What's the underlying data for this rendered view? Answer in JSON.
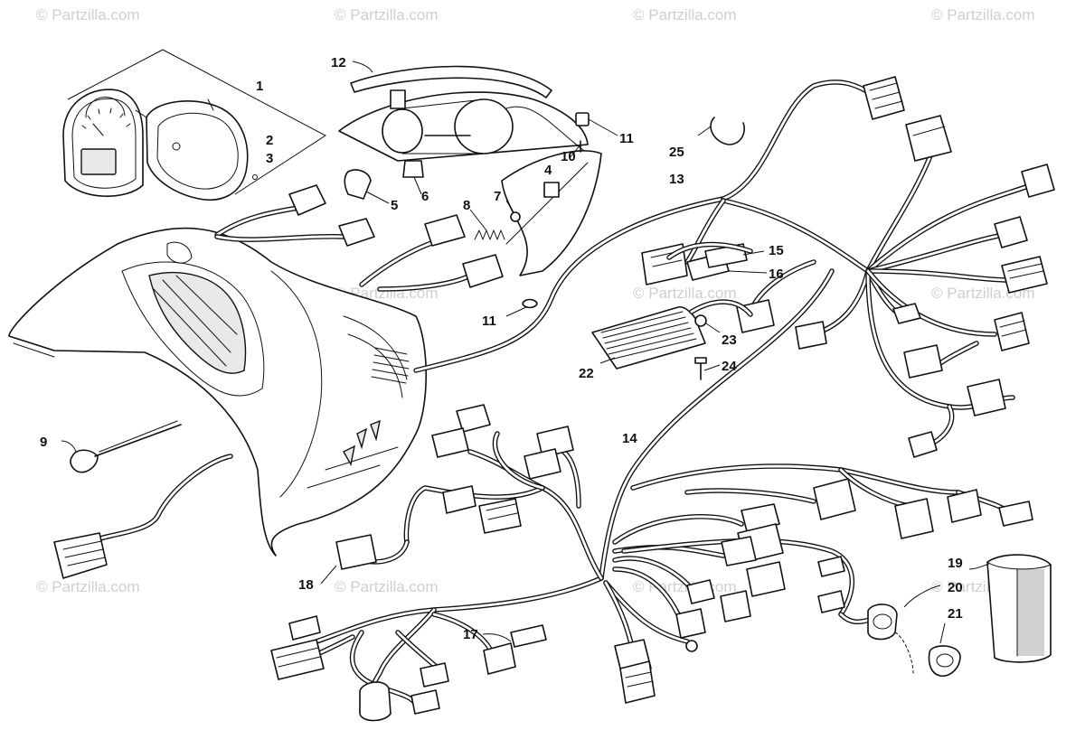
{
  "watermark": {
    "text": "© Partzilla.com"
  },
  "callouts": {
    "c1": "1",
    "c2": "2",
    "c3": "3",
    "c4": "4",
    "c5": "5",
    "c6": "6",
    "c7": "7",
    "c8": "8",
    "c9": "9",
    "c10": "10",
    "c11a": "11",
    "c11b": "11",
    "c12": "12",
    "c13": "13",
    "c14": "14",
    "c15": "15",
    "c16": "16",
    "c17": "17",
    "c18": "18",
    "c19": "19",
    "c20": "20",
    "c21": "21",
    "c22": "22",
    "c23": "23",
    "c24": "24",
    "c25": "25"
  },
  "colors": {
    "line": "#111111",
    "watermark": "#cfcfcf",
    "background": "#ffffff"
  }
}
